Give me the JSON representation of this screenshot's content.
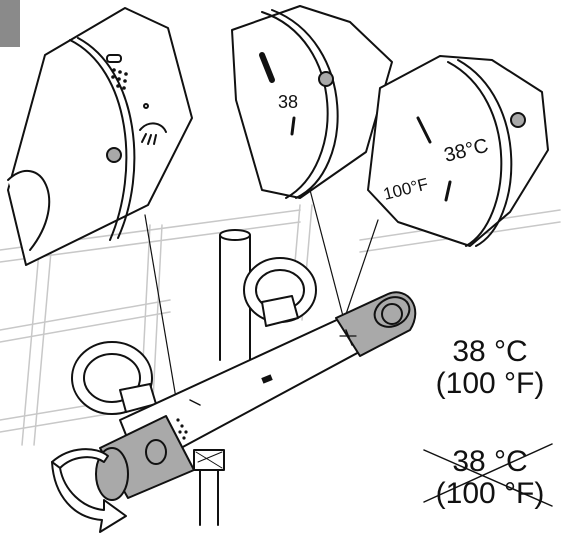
{
  "labels": {
    "recommended_line1": "38 °C",
    "recommended_line2": "(100 °F)",
    "incorrect_line1": "38 °C",
    "incorrect_line2": "(100 °F)",
    "dial_top": "38",
    "dial_zoom_f": "100°F",
    "dial_zoom_c": "38°C"
  },
  "colors": {
    "line": "#111111",
    "grey_knob": "#a9a9a9",
    "tab": "#8a8a8a",
    "tile": "#c8c8c8"
  },
  "icons": [
    "shower-icon",
    "rotate-arrow-icon",
    "cross-out-icon"
  ]
}
